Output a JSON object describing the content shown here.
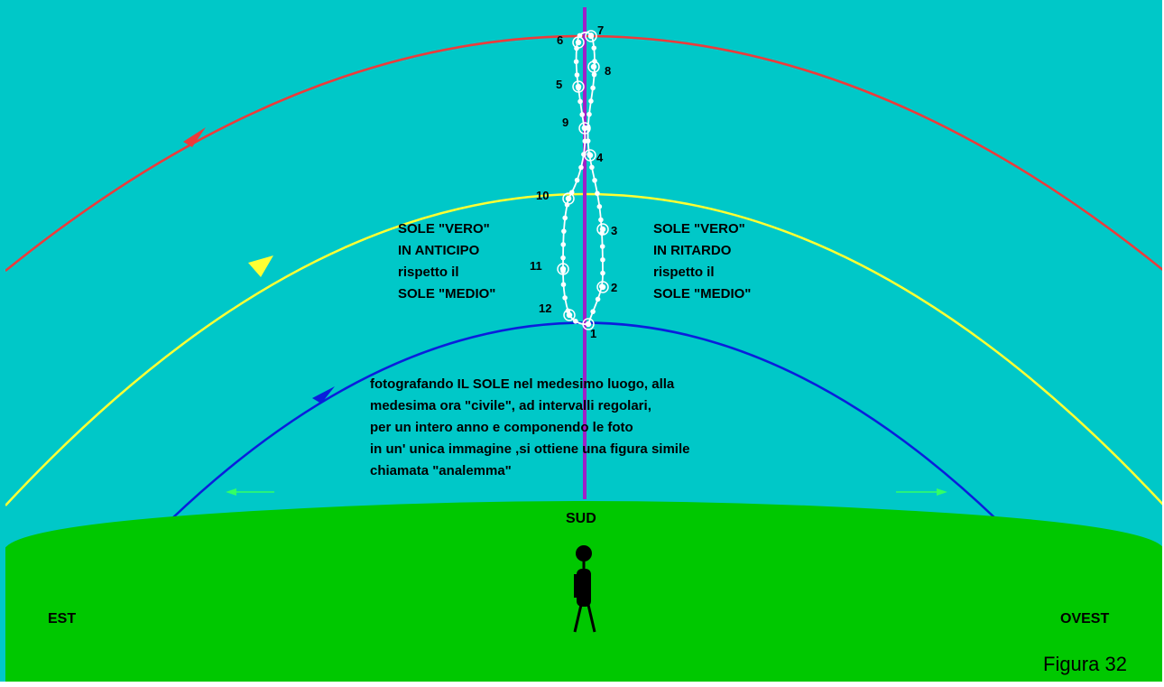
{
  "colors": {
    "sky": "#00c8c8",
    "ground": "#00c800",
    "summer_arc": "#ee3a3a",
    "equinox_arc": "#ffff33",
    "winter_arc": "#0a1edc",
    "meridian": "#a020c8",
    "analemma": "#ffffff",
    "arrows": "#33ff66"
  },
  "directions": {
    "south": "SUD",
    "east": "EST",
    "west": "OVEST"
  },
  "left_note": [
    "SOLE \"VERO\"",
    "IN ANTICIPO",
    "rispetto il",
    "SOLE \"MEDIO\""
  ],
  "right_note": [
    "SOLE \"VERO\"",
    "IN RITARDO",
    "rispetto il",
    "SOLE \"MEDIO\""
  ],
  "description": [
    "fotografando IL SOLE nel medesimo luogo, alla",
    "medesima ora \"civile\", ad intervalli regolari,",
    "per un intero anno e componendo le foto",
    "in un' unica immagine ,si ottiene una figura simile",
    "chiamata \"analemma\""
  ],
  "months": [
    "1",
    "2",
    "3",
    "4",
    "5",
    "6",
    "7",
    "8",
    "9",
    "10",
    "11",
    "12"
  ],
  "caption": "Figura 32"
}
